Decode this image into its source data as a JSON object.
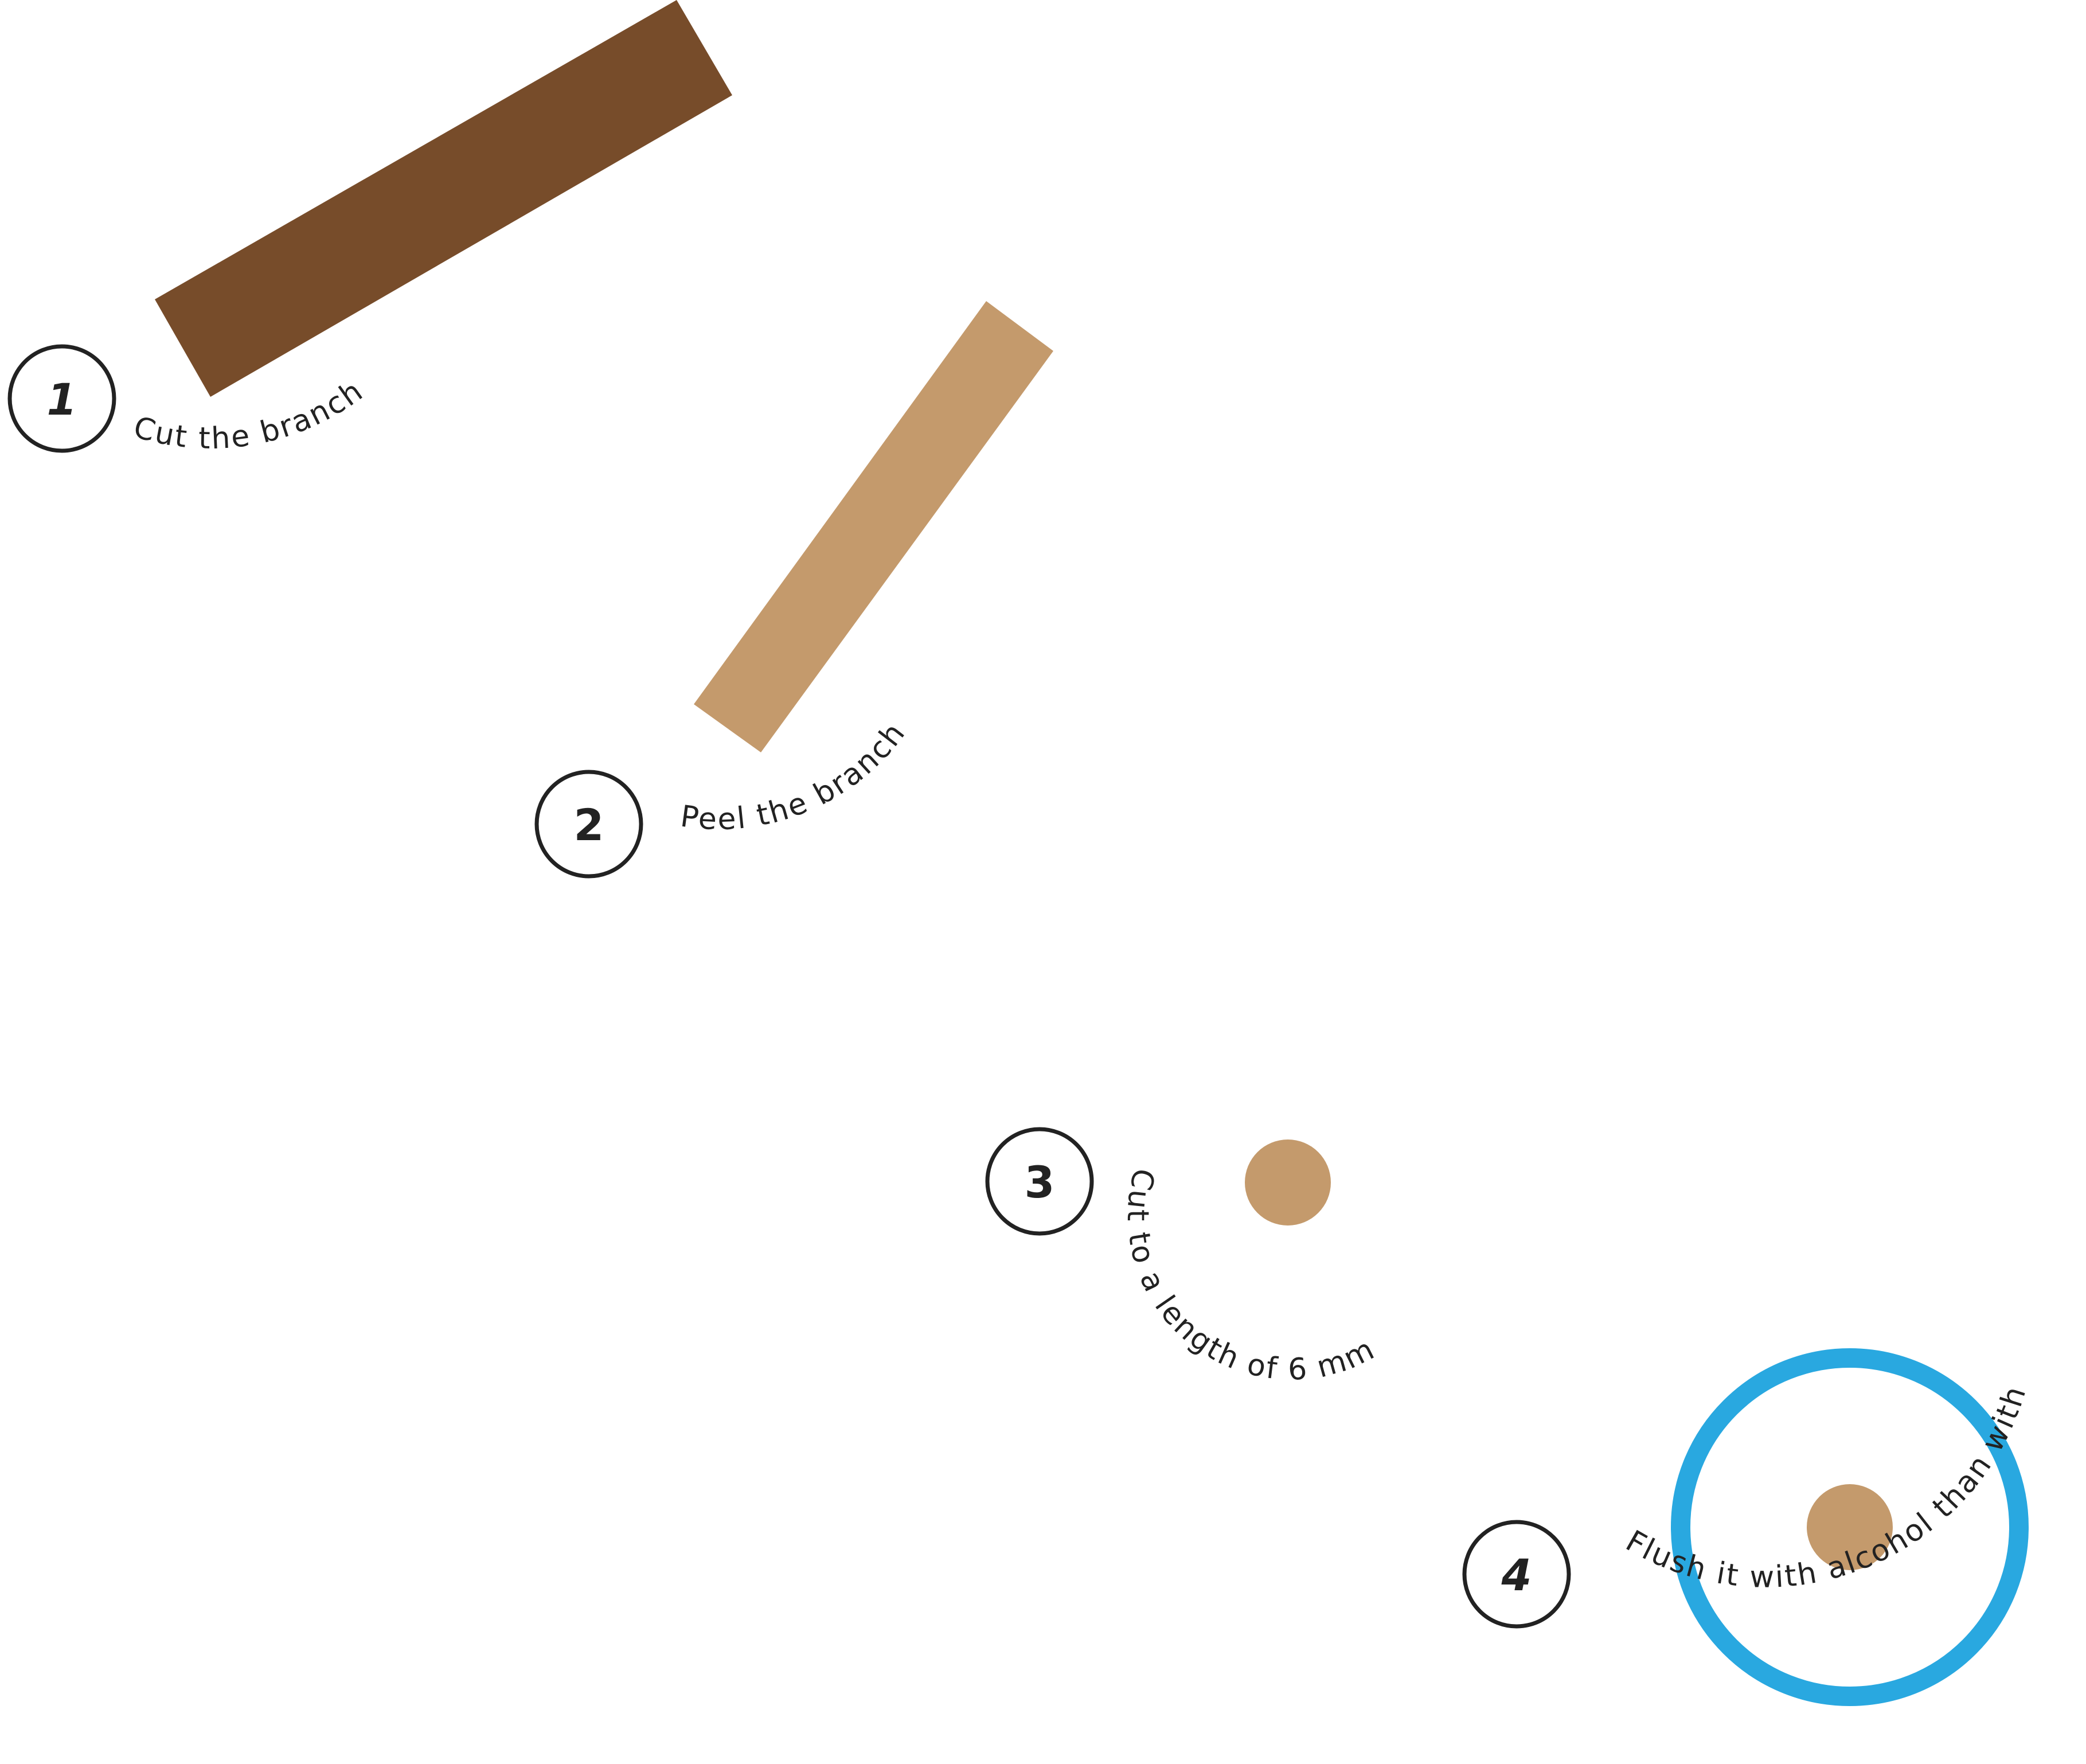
{
  "colors": {
    "background": "#ffffff",
    "ink": "#222222",
    "branch_bark": "#774c2a",
    "branch_peeled": "#c49a6c",
    "flush_ring": "#29a8e0"
  },
  "steps": [
    {
      "number": "1",
      "caption": "Cut the branch"
    },
    {
      "number": "2",
      "caption": "Peel the branch"
    },
    {
      "number": "3",
      "caption": "Cut to a length of 6 mm"
    },
    {
      "number": "4",
      "caption": "Flush it with alcohol than with distilled water"
    }
  ]
}
